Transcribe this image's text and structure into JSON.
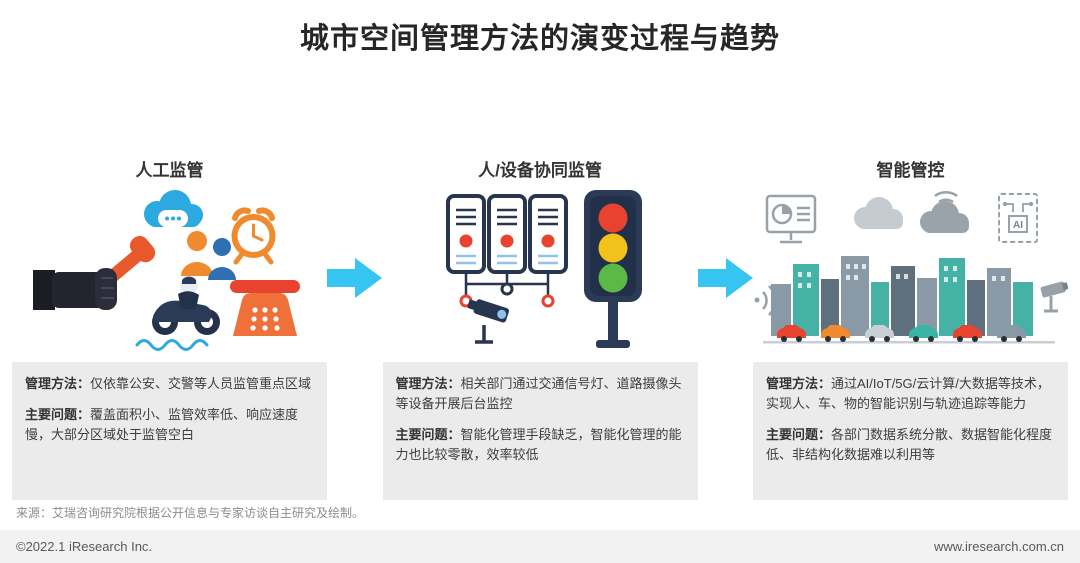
{
  "title": "城市空间管理方法的演变过程与趋势",
  "stages": [
    {
      "label": "人工监管",
      "method_label": "管理方法：",
      "method": "仅依靠公安、交警等人员监管重点区域",
      "problem_label": "主要问题：",
      "problem": "覆盖面积小、监管效率低、响应速度慢，大部分区域处于监管空白"
    },
    {
      "label": "人/设备协同监管",
      "method_label": "管理方法：",
      "method": "相关部门通过交通信号灯、道路摄像头等设备开展后台监控",
      "problem_label": "主要问题：",
      "problem": "智能化管理手段缺乏，智能化管理的能力也比较零散，效率较低"
    },
    {
      "label": "智能管控",
      "method_label": "管理方法：",
      "method": "通过AI/IoT/5G/云计算/大数据等技术，实现人、车、物的智能识别与轨迹追踪等能力",
      "problem_label": "主要问题：",
      "problem": "各部门数据系统分散、数据智能化程度低、非结构化数据难以利用等",
      "ai_label": "AI"
    }
  ],
  "source": "来源：艾瑞咨询研究院根据公开信息与专家访谈自主研究及绘制。",
  "footer": {
    "copyright": "©2022.1 iResearch Inc.",
    "website": "www.iresearch.com.cn"
  },
  "colors": {
    "arrow": "#35C5F0",
    "info_box_bg": "#EBEBEB",
    "footer_bg": "#F2F2F2"
  },
  "icons": {
    "stage1": [
      "cloud-chat-icon",
      "alarm-clock-icon",
      "people-icon",
      "hand-handset-icon",
      "police-motorcycle-icon",
      "telephone-icon",
      "phone-cord"
    ],
    "stage2": [
      "server-rack-icon",
      "road-camera-icon",
      "traffic-light-icon"
    ],
    "stage3": [
      "signal-waves-icon",
      "monitor-chart-icon",
      "cloud-icon",
      "cloud-signal-icon",
      "ai-document-icon",
      "city-skyline",
      "traffic-cars",
      "security-camera-icon"
    ],
    "connector": "arrow-right-icon"
  }
}
